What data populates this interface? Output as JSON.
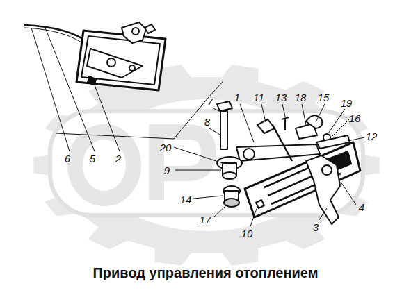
{
  "diagram": {
    "caption": "Привод управления отоплением",
    "labels": [
      "6",
      "5",
      "2",
      "7",
      "1",
      "11",
      "13",
      "18",
      "15",
      "19",
      "16",
      "12",
      "8",
      "20",
      "9",
      "14",
      "4",
      "17",
      "10",
      "3"
    ]
  }
}
